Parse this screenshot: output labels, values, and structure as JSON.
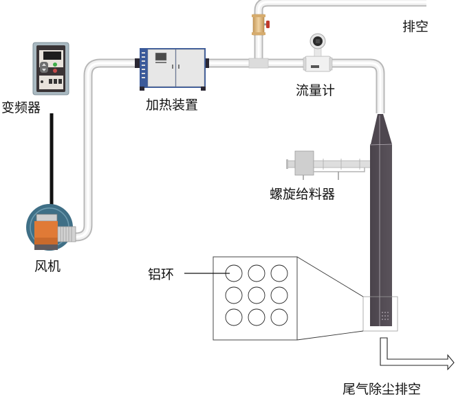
{
  "labels": {
    "vfd": "变频器",
    "fan": "风机",
    "heater": "加热装置",
    "flowmeter": "流量计",
    "vent_top": "排空",
    "screw_feeder": "螺旋给料器",
    "aluminum_ring": "铝环",
    "exhaust": "尾气除尘排空"
  },
  "colors": {
    "pipe": "#e6e6e6",
    "pipe_edge": "#bdbdbd",
    "column": "#514a52",
    "fan_orange": "#e07a36",
    "fan_blue": "#3f6f86",
    "heater_blue": "#3b5a9a",
    "valve_brass": "#d8b27a",
    "valve_red": "#c0392b"
  },
  "aluminum_ring_grid": {
    "rows": 3,
    "cols": 3
  }
}
